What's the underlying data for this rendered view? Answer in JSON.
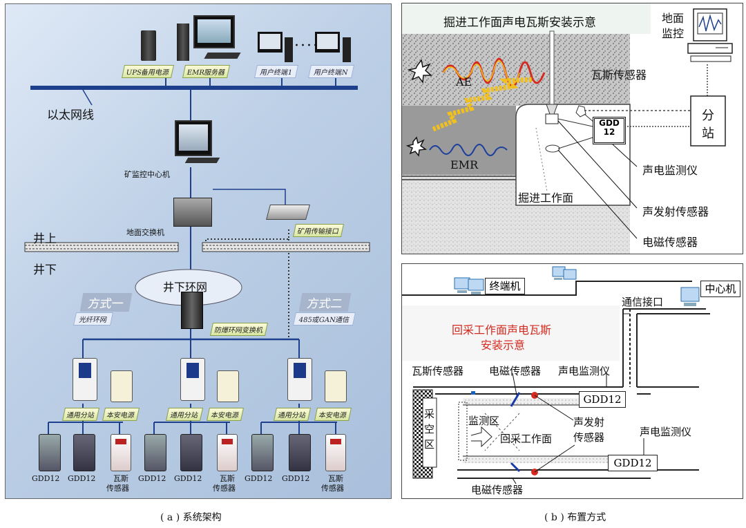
{
  "panel_a": {
    "caption": "( a ) 系统架构",
    "top_labels": {
      "ups": "UPS备用电源",
      "emr_server": "EMR服务器",
      "user1": "用户终端1",
      "usern": "用户终端N"
    },
    "ethernet": "以太网线",
    "mine_monitor": "矿监控中心机",
    "ground_switch": "地面交换机",
    "mine_interface": "矿用传输接口",
    "above": "井上",
    "below": "井下",
    "ring": "井下环网",
    "mode1": "方式一",
    "mode1_sub": "光纤环网",
    "mode2": "方式二",
    "mode2_sub": "485或GAN通信",
    "explosion_switch": "防爆环网变换机",
    "substation": "通用分站",
    "power": "本安电源",
    "gdd": "GDD12",
    "gas1": "瓦斯",
    "gas2": "传感器"
  },
  "panel_b": {
    "caption": "( b ) 布置方式",
    "top": {
      "title": "掘进工作面声电瓦斯安装示意",
      "ground1": "地面",
      "ground2": "监控",
      "ae": "AE",
      "emr": "EMR",
      "gas_sensor": "瓦斯传感器",
      "station1": "分",
      "station2": "站",
      "gdd_a": "GDD",
      "gdd_b": "12",
      "acoustic_monitor": "声电监测仪",
      "face": "掘进工作面",
      "ae_sensor": "声发射传感器",
      "em_sensor": "电磁传感器"
    },
    "bottom": {
      "terminal": "终端机",
      "center": "中心机",
      "comm": "通信接口",
      "title1": "回采工作面声电瓦斯",
      "title2": "安装示意",
      "gas_sensor": "瓦斯传感器",
      "em_sensor": "电磁传感器",
      "acoustic_monitor": "声电监测仪",
      "gdd": "GDD12",
      "goaf1": "采",
      "goaf2": "空",
      "goaf3": "区",
      "monitor_zone": "监测区",
      "face": "回采工作面",
      "ae1": "声发射",
      "ae2": "传感器",
      "acoustic_monitor2": "声电监测仪",
      "gdd2": "GDD12",
      "em_sensor2": "电磁传感器"
    }
  },
  "colors": {
    "bus": "#1d3f8c",
    "red": "#d42a20",
    "blue_bg": "#c8d8ec"
  }
}
